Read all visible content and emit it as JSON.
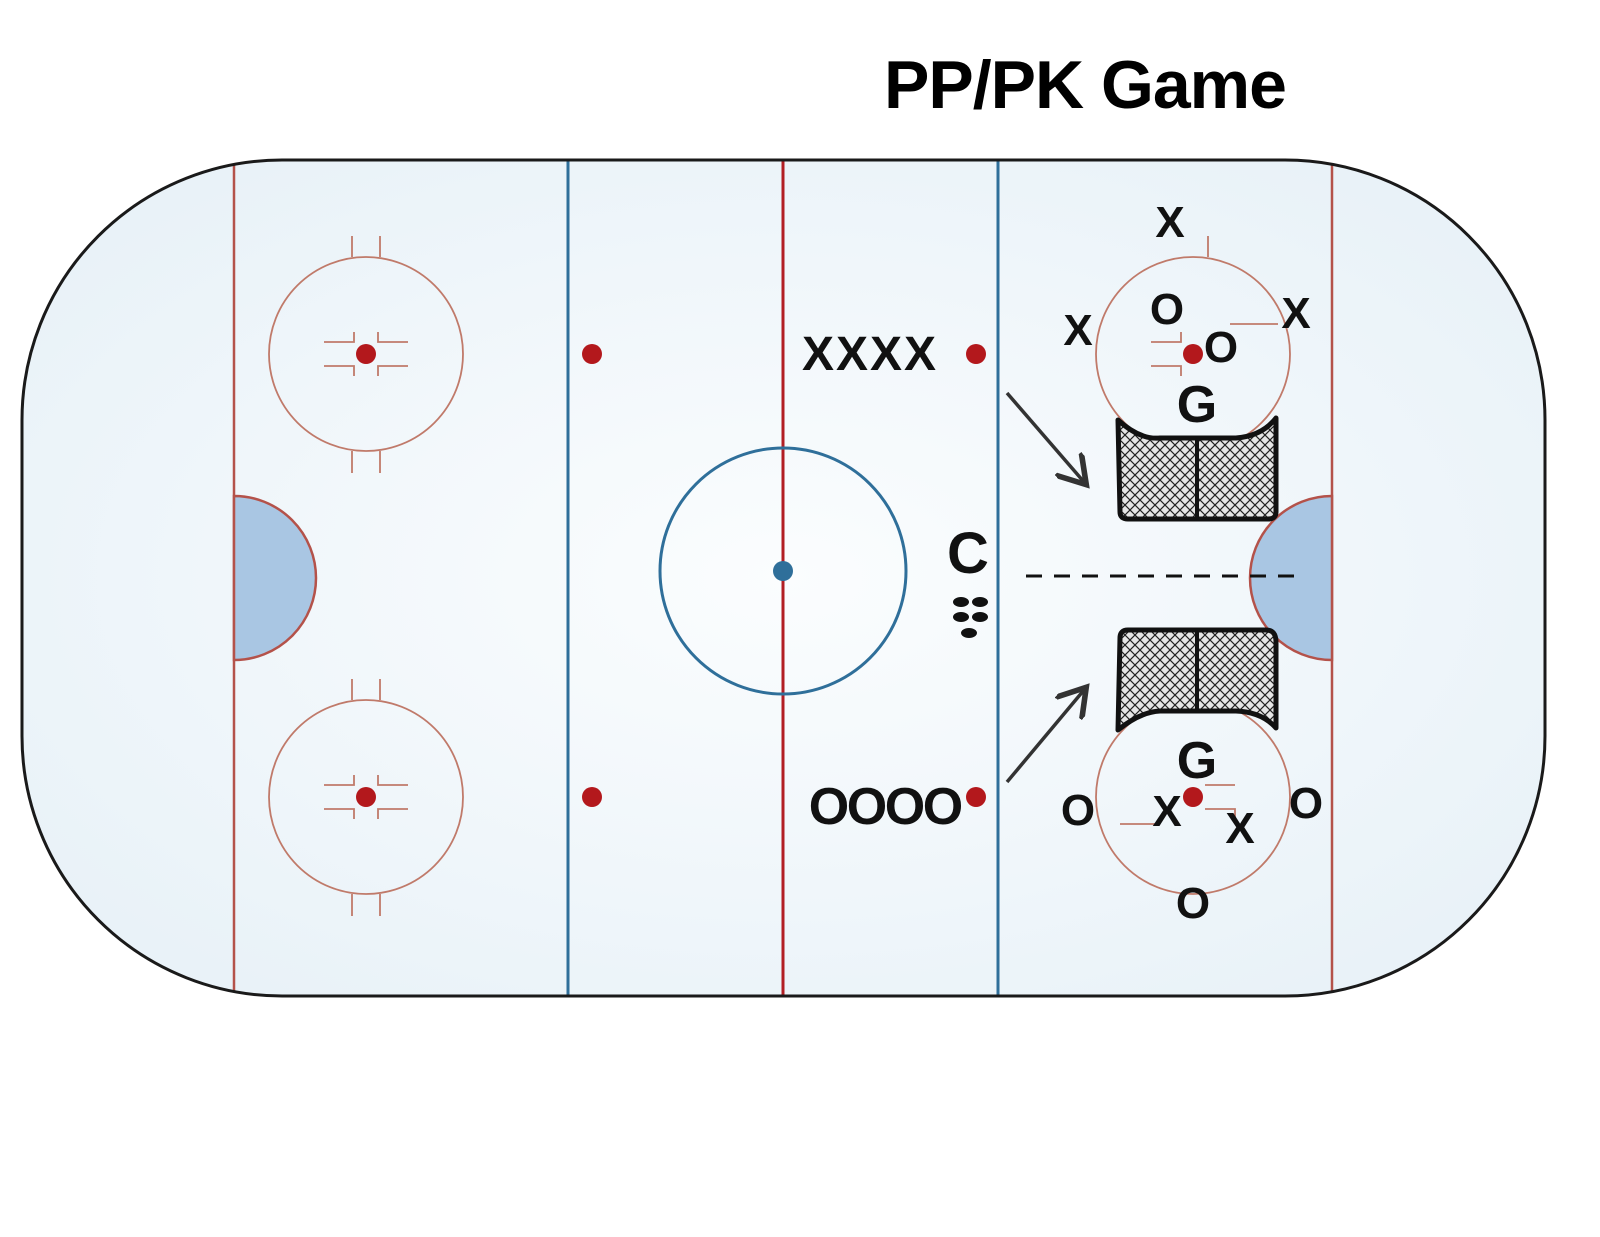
{
  "title": "PP/PK Game",
  "colors": {
    "ice": "#eef5fa",
    "boards": "#1a1a1a",
    "red_line": "#b21e24",
    "blue_line": "#2f6f9a",
    "goal_line": "#b4524a",
    "crease": "#a9c6e3",
    "faceoff_circle": "#c07a6a",
    "dot": "#b3181c"
  },
  "labels": {
    "top_group": [
      "X",
      "X",
      "X",
      "X"
    ],
    "bottom_group": [
      "O",
      "O",
      "O",
      "O"
    ],
    "coach": "C",
    "goalie_top": "G",
    "goalie_bottom": "G",
    "top_zone": {
      "x_top": "X",
      "x_left": "X",
      "x_right": "X",
      "o_top": "O",
      "o_mid": "O"
    },
    "bottom_zone": {
      "o_left": "O",
      "o_right": "O",
      "o_bottom": "O",
      "x_mid": "X",
      "x_right": "X"
    }
  },
  "icons": [
    "puck-stack-icon",
    "hockey-net-icon",
    "arrow-icon"
  ]
}
